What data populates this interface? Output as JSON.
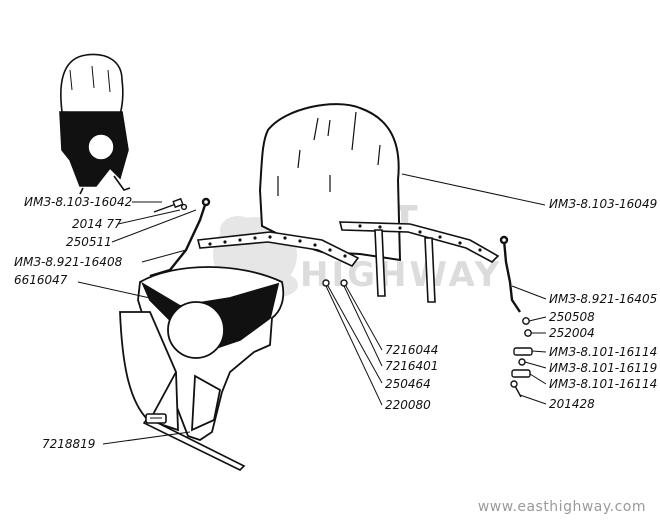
{
  "watermark": {
    "line1": "EAST",
    "line2": "HIGHWAY"
  },
  "footer": {
    "url": "www.easthighway.com"
  },
  "parts": [
    {
      "id": "p1",
      "label": "ИМЗ-8.103-16042"
    },
    {
      "id": "p2",
      "label": "2014 77"
    },
    {
      "id": "p3",
      "label": "250511"
    },
    {
      "id": "p4",
      "label": "ИМЗ-8.921-16408"
    },
    {
      "id": "p5",
      "label": "6616047"
    },
    {
      "id": "p6",
      "label": "7218819"
    },
    {
      "id": "p7",
      "label": "ИМЗ-8.103-16049"
    },
    {
      "id": "p8",
      "label": "ИМЗ-8.921-16405"
    },
    {
      "id": "p9",
      "label": "250508"
    },
    {
      "id": "p10",
      "label": "252004"
    },
    {
      "id": "p11",
      "label": "ИМЗ-8.101-16114"
    },
    {
      "id": "p12",
      "label": "ИМЗ-8.101-16119"
    },
    {
      "id": "p13",
      "label": "ИМЗ-8.101-16114"
    },
    {
      "id": "p14",
      "label": "201428"
    },
    {
      "id": "p15",
      "label": "7216044"
    },
    {
      "id": "p16",
      "label": "7216401"
    },
    {
      "id": "p17",
      "label": "250464"
    },
    {
      "id": "p18",
      "label": "220080"
    }
  ]
}
